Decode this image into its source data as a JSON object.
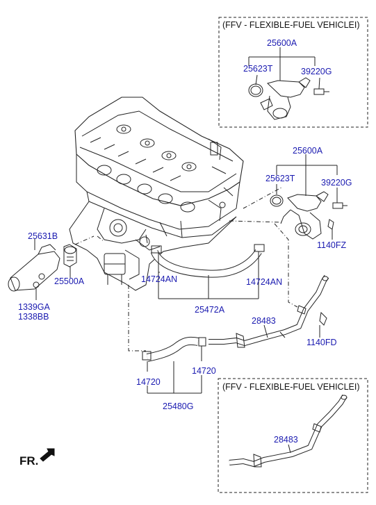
{
  "colors": {
    "label": "#1a1ab0",
    "line": "#222222",
    "background": "#ffffff"
  },
  "ffv_boxes": {
    "top_title": "(FFV - FLEXIBLE-FUEL VEHICLEI)",
    "bottom_title": "(FFV - FLEXIBLE-FUEL VEHICLEI)"
  },
  "parts": {
    "ffv_top": {
      "assembly": "25600A",
      "o_ring": "25623T",
      "sensor": "39220G"
    },
    "main": {
      "assembly": "25600A",
      "o_ring": "25623T",
      "sensor": "39220G",
      "bolt": "1140FZ"
    },
    "thermostat_housing": "25631B",
    "thermostat": "25500A",
    "nut_1": "1339GA",
    "nut_2": "1338BB",
    "clamp_upper_left": "14724AN",
    "clamp_upper_right": "14724AN",
    "hose_upper": "25472A",
    "pipe": "28483",
    "bolt_pipe": "1140FD",
    "clamp_lower_left": "14720",
    "clamp_lower_right": "14720",
    "hose_lower": "25480G",
    "ffv_pipe": "28483"
  },
  "direction_marker": "FR."
}
